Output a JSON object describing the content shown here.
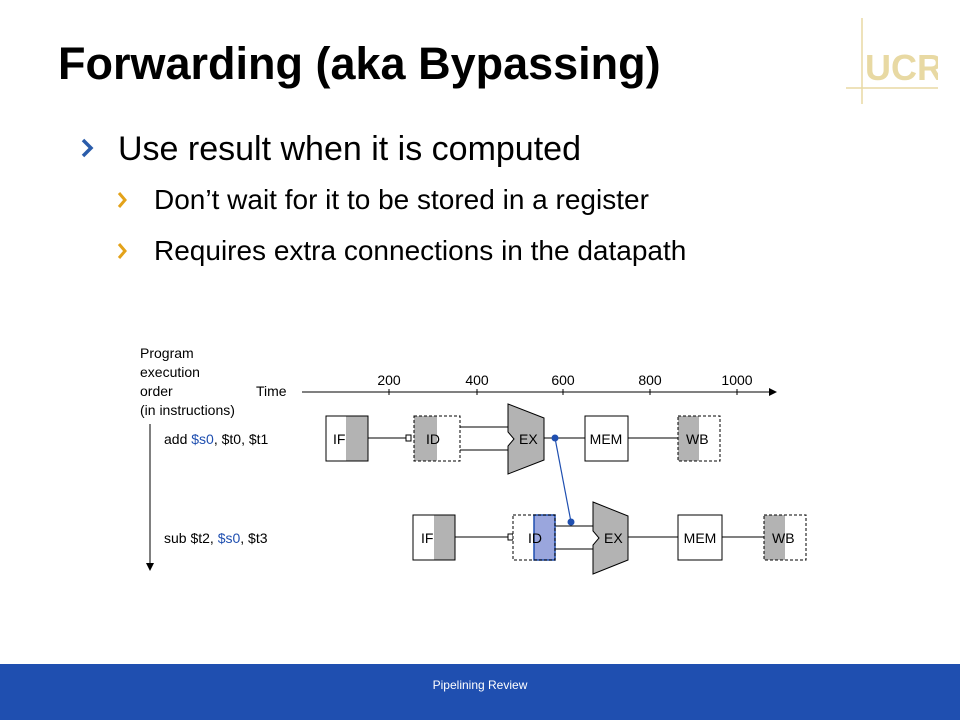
{
  "slide": {
    "title": "Forwarding (aka Bypassing)",
    "bullets": [
      {
        "text": "Use result when it is computed",
        "sub": [
          "Don’t wait for it to be stored in a register",
          "Requires extra connections in the datapath"
        ]
      }
    ],
    "footer": "Pipelining Review",
    "logo_text": "UCR",
    "colors": {
      "bullet_level1": "#2a5caa",
      "bullet_level2": "#e3a21a",
      "footer_bg": "#1f4fb0",
      "logo": "#e8d9a3",
      "register_highlight": "#1f4fb0",
      "forward_path": "#1f4fb0",
      "stage_shade": "#b3b3b3"
    }
  },
  "diagram": {
    "axis_label_lines": [
      "Program",
      "execution",
      "order",
      "(in instructions)"
    ],
    "time_label": "Time",
    "ticks": [
      "200",
      "400",
      "600",
      "800",
      "1000"
    ],
    "instructions": [
      {
        "op": "add ",
        "dest": "$s0",
        "rest": ", $t0, $t1",
        "stages": [
          "IF",
          "ID",
          "EX",
          "MEM",
          "WB"
        ]
      },
      {
        "op": "sub $t2, ",
        "dest": "$s0",
        "rest": ", $t3",
        "stages": [
          "IF",
          "ID",
          "EX",
          "MEM",
          "WB"
        ]
      }
    ]
  }
}
